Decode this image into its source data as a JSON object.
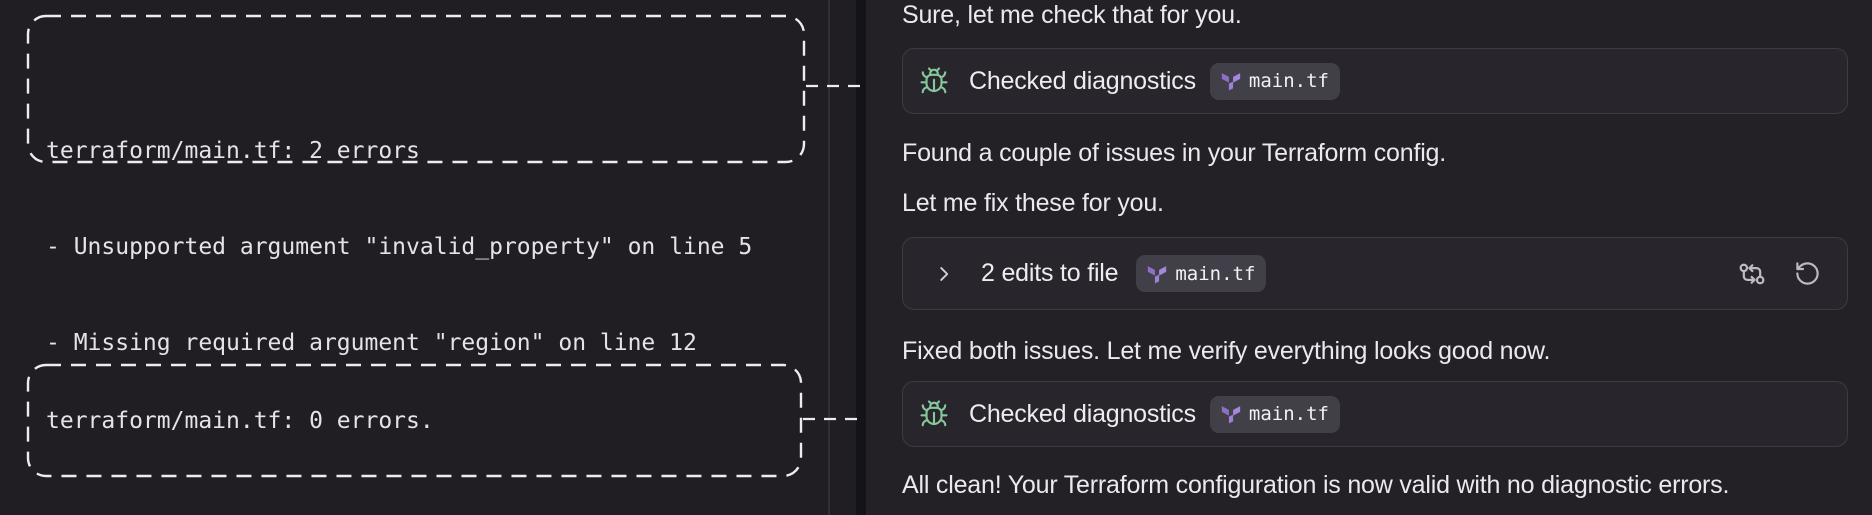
{
  "colors": {
    "accent_green": "#86c89b",
    "accent_purple": "#9e80d6",
    "dash_stroke": "#edecf0",
    "left_pane_bg": "#201e23",
    "right_pane_bg": "#232126",
    "card_bg": "#28262c",
    "card_border": "#3c3b42",
    "chip_bg": "#413f47"
  },
  "left_panel": {
    "boxes": [
      {
        "lines": [
          "terraform/main.tf: 2 errors",
          "- Unsupported argument \"invalid_property\" on line 5",
          "- Missing required argument \"region\" on line 12"
        ]
      },
      {
        "lines": [
          "terraform/main.tf: 0 errors."
        ]
      }
    ]
  },
  "chat": {
    "messages": [
      "Sure, let me check that for you.",
      "Found a couple of issues in your Terraform config.",
      "Let me fix these for you.",
      "Fixed both issues. Let me verify everything looks good now.",
      "All clean! Your Terraform configuration is now valid with no diagnostic errors."
    ],
    "cards": [
      {
        "label": "Checked diagnostics",
        "file": "main.tf",
        "icon": "bug-icon"
      },
      {
        "label": "2 edits to file",
        "file": "main.tf",
        "icon": "chevron-right-icon",
        "actions": [
          "git-compare-icon",
          "undo-icon"
        ]
      },
      {
        "label": "Checked diagnostics",
        "file": "main.tf",
        "icon": "bug-icon"
      }
    ]
  }
}
